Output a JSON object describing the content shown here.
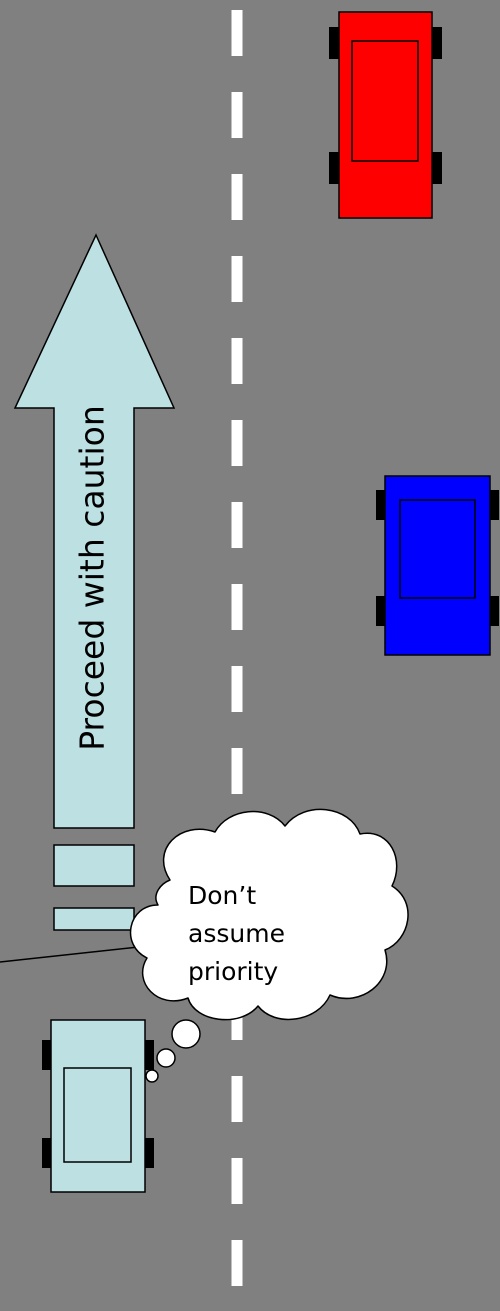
{
  "arrow_label": "Proceed with caution",
  "thought": {
    "lines": [
      "Don’t",
      "assume",
      "priority"
    ]
  },
  "colors": {
    "road": "#808080",
    "lane_marking": "#ffffff",
    "arrow_fill": "#bde0e3",
    "red_car": "#ff0000",
    "blue_car": "#0000ff",
    "own_car": "#bde0e3",
    "wheel": "#000000",
    "cloud": "#ffffff"
  }
}
